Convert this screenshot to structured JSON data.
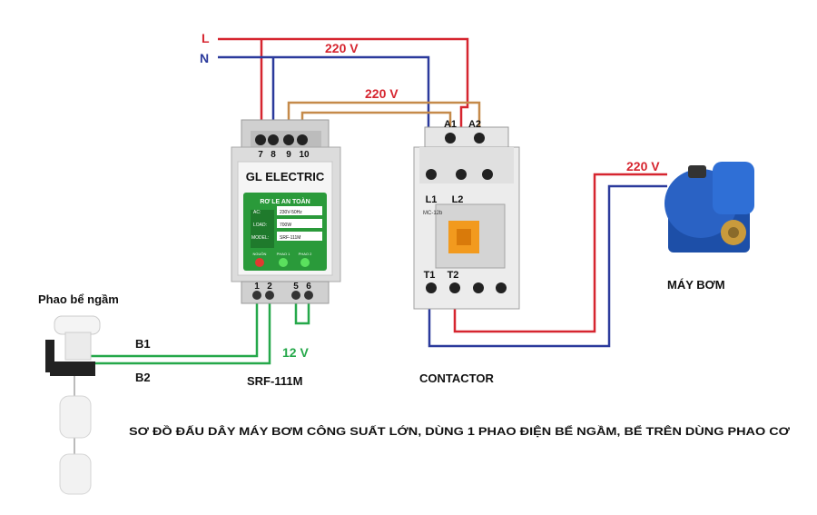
{
  "lines": {
    "live_label": "L",
    "neutral_label": "N",
    "voltage_top": "220 V",
    "voltage_coil": "220 V",
    "voltage_pump": "220 V",
    "voltage_sensor": "12 V"
  },
  "relay": {
    "brand": "GL ELECTRIC",
    "title": "RƠ LE AN TOÀN",
    "spec_rows": [
      {
        "key": "AC:",
        "value": "230V-50Hz"
      },
      {
        "key": "LOAD:",
        "value": "700W"
      },
      {
        "key": "MODEL:",
        "value": "SRF-111M"
      }
    ],
    "indicator_labels": [
      "NGUỒN",
      "PHAO 1",
      "PHAO 2"
    ],
    "top_terminals": [
      "7",
      "8",
      "9",
      "10"
    ],
    "bottom_terminals": [
      "1",
      "2",
      "5",
      "6"
    ],
    "caption": "SRF-111M"
  },
  "contactor": {
    "coil_terminals": [
      "A1",
      "A2"
    ],
    "input_terminals": [
      "L1",
      "L2"
    ],
    "output_terminals": [
      "T1",
      "T2"
    ],
    "model": "MC-12b",
    "caption": "CONTACTOR"
  },
  "float_switch": {
    "title": "Phao bể ngầm",
    "wire_labels": [
      "B1",
      "B2"
    ]
  },
  "pump": {
    "caption": "MÁY BƠM"
  },
  "description": "SƠ ĐỒ ĐẤU DÂY MÁY BƠM CÔNG SUẤT LỚN, DÙNG 1 PHAO ĐIỆN BỂ NGẦM, BỂ TRÊN DÙNG PHAO CƠ",
  "colors": {
    "live": "#d6252f",
    "neutral": "#2b3a9c",
    "control": "#c58a4a",
    "sensor": "#25a84a",
    "relay_green": "#2a9a3a"
  }
}
